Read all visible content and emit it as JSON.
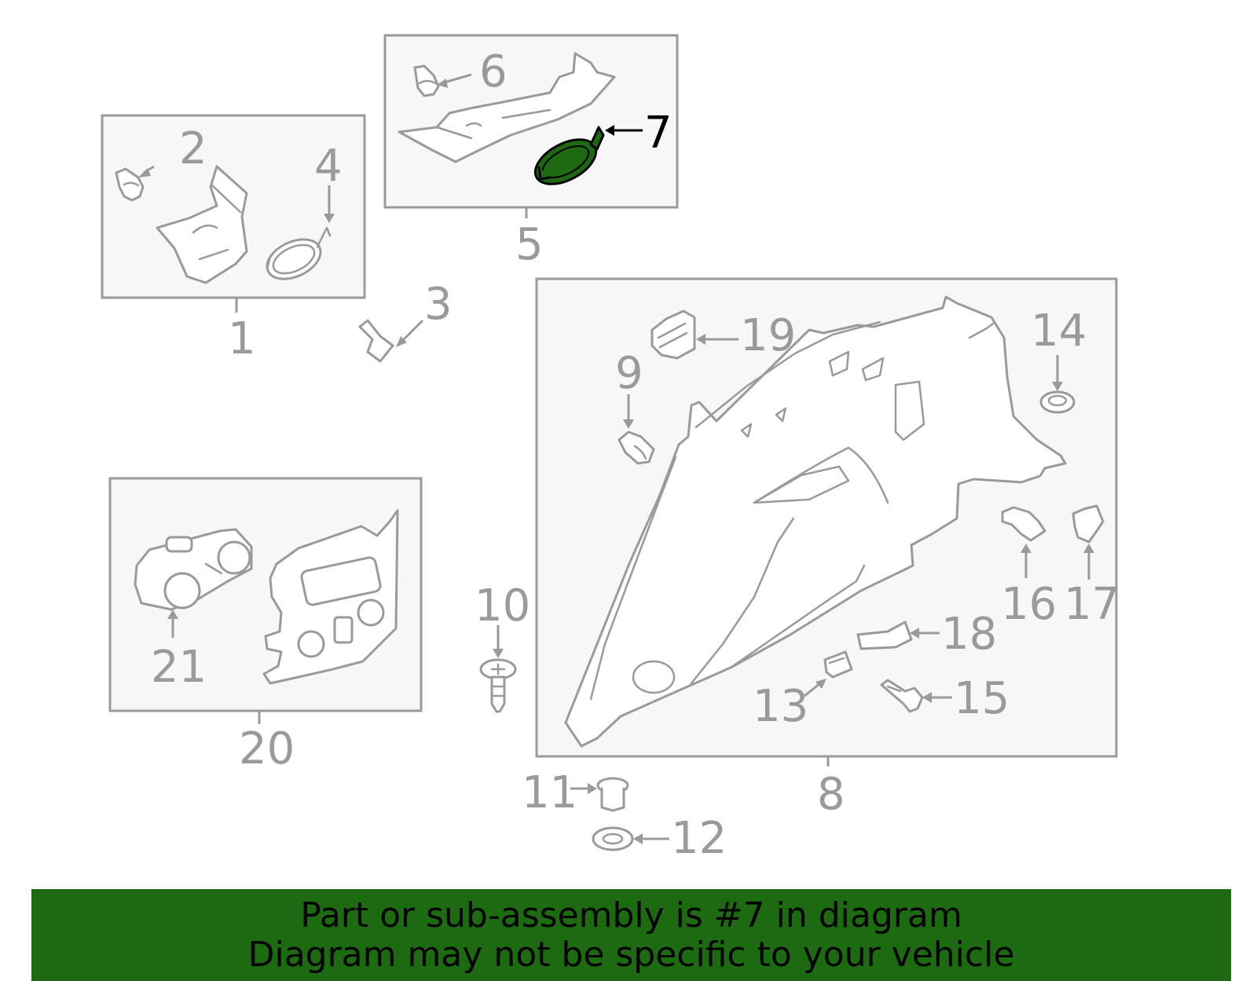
{
  "callouts": {
    "c1": "1",
    "c2": "2",
    "c3": "3",
    "c4": "4",
    "c5": "5",
    "c6": "6",
    "c7": "7",
    "c8": "8",
    "c9": "9",
    "c10": "10",
    "c11": "11",
    "c12": "12",
    "c13": "13",
    "c14": "14",
    "c15": "15",
    "c16": "16",
    "c17": "17",
    "c18": "18",
    "c19": "19",
    "c20": "20",
    "c21": "21"
  },
  "highlighted_part": "7",
  "colors": {
    "highlight": "#1d6b10",
    "line": "#9a9a9a"
  },
  "banner": {
    "line1": "Part or sub-assembly is #7 in diagram",
    "line2": "Diagram may not be specific to your vehicle"
  }
}
